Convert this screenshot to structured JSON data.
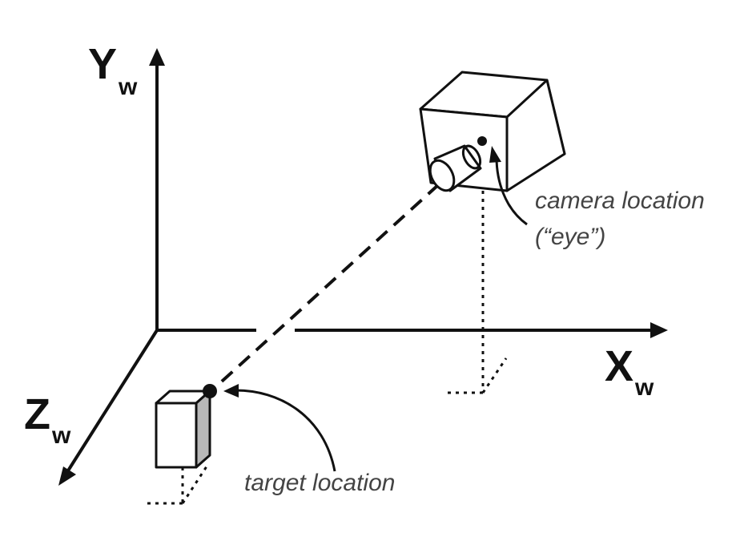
{
  "axes": {
    "y": {
      "main": "Y",
      "sub": "w"
    },
    "x": {
      "main": "X",
      "sub": "w"
    },
    "z": {
      "main": "Z",
      "sub": "w"
    }
  },
  "annotations": {
    "camera_line1": "camera location",
    "camera_line2": "(“eye”)",
    "target": "target location"
  },
  "colors": {
    "stroke": "#111111",
    "text": "#444444",
    "box_side": "#b8b8b8"
  }
}
